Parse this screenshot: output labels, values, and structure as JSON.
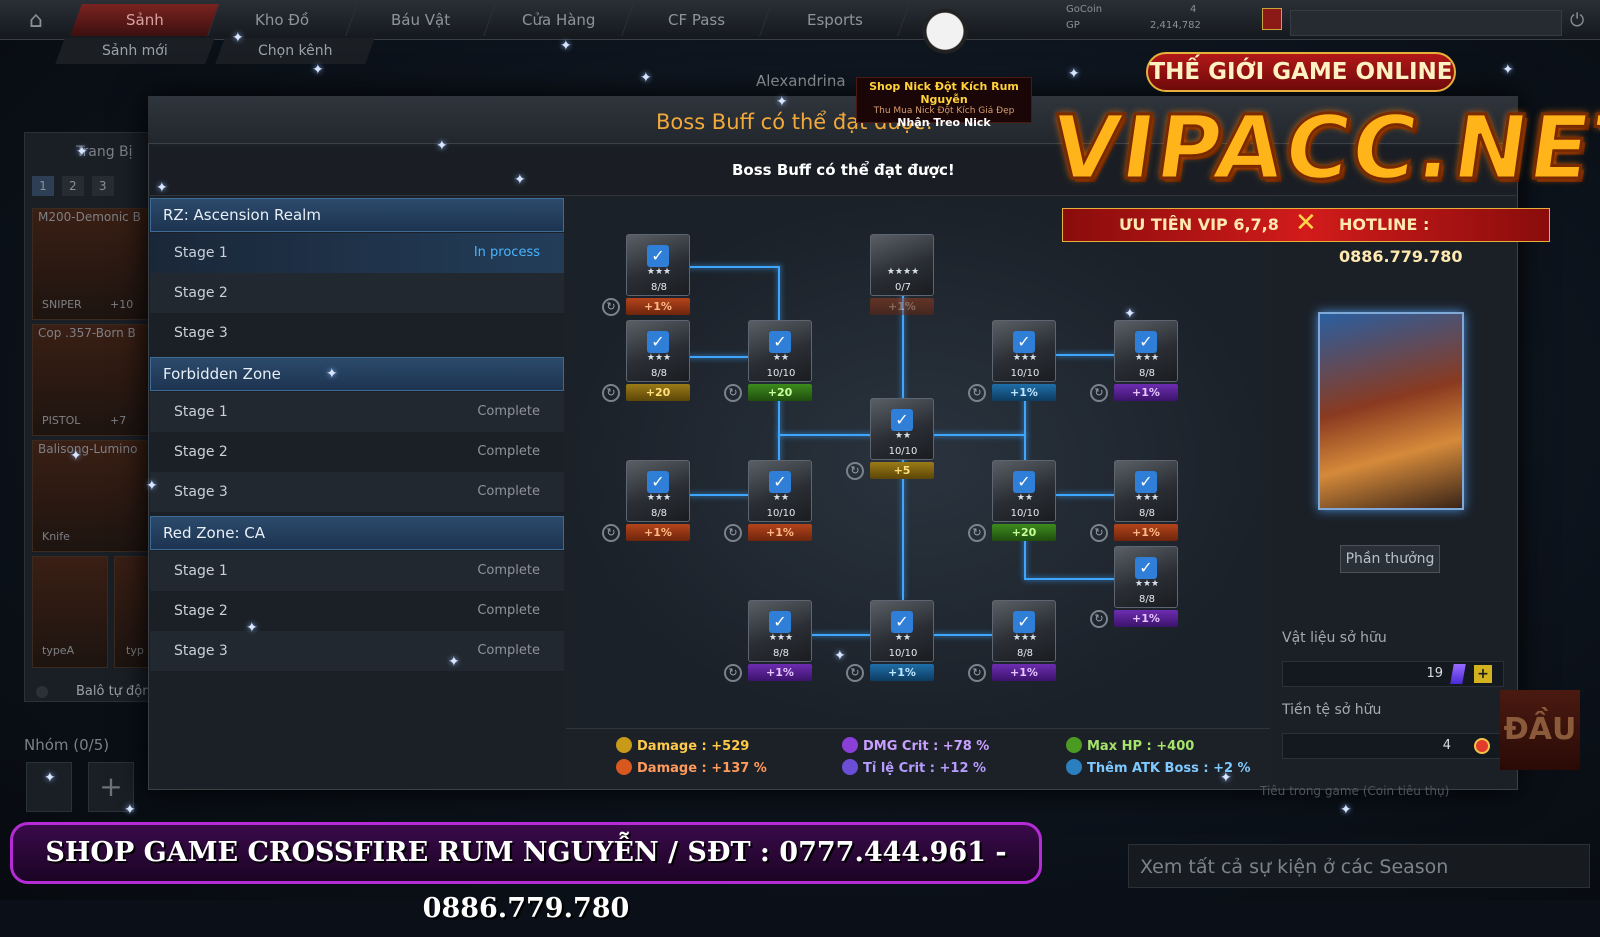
{
  "topbar": {
    "tabs": [
      "Sảnh",
      "Kho Đồ",
      "Báu Vật",
      "Cửa Hàng",
      "CF Pass",
      "Esports"
    ],
    "subtabs": [
      "Sảnh mới",
      "Chọn kênh"
    ],
    "gocoin_label": "GoCoin",
    "gocoin_value": "4",
    "gp_label": "GP",
    "gp_value": "2,414,782",
    "player_name": "Alexandrina"
  },
  "shop_banner": {
    "line1": "Shop Nick Đột Kích Rum Nguyễn",
    "line2": "Thu Mua Nick Đột Kích Giá Đẹp",
    "line3": "Nhận Treo Nick"
  },
  "left_panel": {
    "tab": "Trang Bị",
    "pages": [
      "1",
      "2",
      "3"
    ],
    "items": [
      {
        "name": "M200-Demonic B",
        "type": "SNIPER",
        "level": "+10"
      },
      {
        "name": "Cop .357-Born B",
        "type": "PISTOL",
        "level": "+7"
      },
      {
        "name": "Balisong-Lumino",
        "type": "Knife",
        "level": ""
      }
    ],
    "small_items": [
      "typeA",
      "typ"
    ],
    "auto_bag": "Balô tự độn",
    "group": "Nhóm (0/5)"
  },
  "modal": {
    "title": "Boss Buff có thể đạt được!",
    "subtitle": "Boss Buff có thể đạt được!"
  },
  "zones": [
    {
      "name": "RZ: Ascension Realm",
      "stages": [
        {
          "label": "Stage 1",
          "status": "In process"
        },
        {
          "label": "Stage 2",
          "status": ""
        },
        {
          "label": "Stage 3",
          "status": ""
        }
      ]
    },
    {
      "name": "Forbidden Zone",
      "stages": [
        {
          "label": "Stage 1",
          "status": "Complete"
        },
        {
          "label": "Stage 2",
          "status": "Complete"
        },
        {
          "label": "Stage 3",
          "status": "Complete"
        }
      ]
    },
    {
      "name": "Red Zone: CA",
      "stages": [
        {
          "label": "Stage 1",
          "status": "Complete"
        },
        {
          "label": "Stage 2",
          "status": "Complete"
        },
        {
          "label": "Stage 3",
          "status": "Complete"
        }
      ]
    }
  ],
  "nodes": {
    "n1": {
      "count": "8/8",
      "buff": "+1%",
      "kind": "fire"
    },
    "n2": {
      "count": "0/7",
      "buff": "+1%",
      "kind": "fire"
    },
    "n3": {
      "count": "8/8",
      "buff": "+20",
      "kind": "dmg"
    },
    "n4": {
      "count": "10/10",
      "buff": "+20",
      "kind": "hp"
    },
    "n5": {
      "count": "10/10",
      "buff": "+1%",
      "kind": "boss"
    },
    "n6": {
      "count": "8/8",
      "buff": "+1%",
      "kind": "crit"
    },
    "n7": {
      "count": "10/10",
      "buff": "+5",
      "kind": "dmg"
    },
    "n8": {
      "count": "8/8",
      "buff": "+1%",
      "kind": "fire"
    },
    "n9": {
      "count": "10/10",
      "buff": "+1%",
      "kind": "fire"
    },
    "n10": {
      "count": "10/10",
      "buff": "+20",
      "kind": "hp"
    },
    "n11": {
      "count": "8/8",
      "buff": "+1%",
      "kind": "fire"
    },
    "n12": {
      "count": "8/8",
      "buff": "+1%",
      "kind": "crit"
    },
    "n13": {
      "count": "8/8",
      "buff": "+1%",
      "kind": "crit"
    },
    "n14": {
      "count": "10/10",
      "buff": "+1%",
      "kind": "boss"
    },
    "n15": {
      "count": "8/8",
      "buff": "+1%",
      "kind": "crit"
    }
  },
  "summary": {
    "damage_flat": "Damage : +529",
    "damage_pct": "Damage : +137 %",
    "dmg_crit": "DMG Crit : +78 %",
    "crit_rate": "Tỉ lệ Crit : +12 %",
    "max_hp": "Max HP : +400",
    "boss_atk": "Thêm ATK Boss : +2 %"
  },
  "reward": {
    "button": "Phần thưởng",
    "materials_label": "Vật liệu sở hữu",
    "materials_value": "19",
    "currency_label": "Tiền tệ sở hữu",
    "currency_value": "4"
  },
  "watermark": {
    "top": "THẾ GIỚI GAME ONLINE",
    "logo": "VIPACC.NET",
    "vip": "ƯU TIÊN VIP 6,7,8",
    "hotline": "HOTLINE : 0886.779.780",
    "footer": "SHOP GAME CROSSFIRE RUM NGUYỄN / SĐT : 0777.444.961 - 0886.779.780"
  },
  "footer": {
    "season_link": "Xem tất cả sự kiện ở các Season",
    "side_note": "Tiêu trong game (Coin tiêu thụ)",
    "faint_badge": "ĐẦU"
  },
  "colors": {
    "accent_blue": "#3fa6ff",
    "title_orange": "#f2a93a",
    "in_process": "#47b5ff"
  }
}
